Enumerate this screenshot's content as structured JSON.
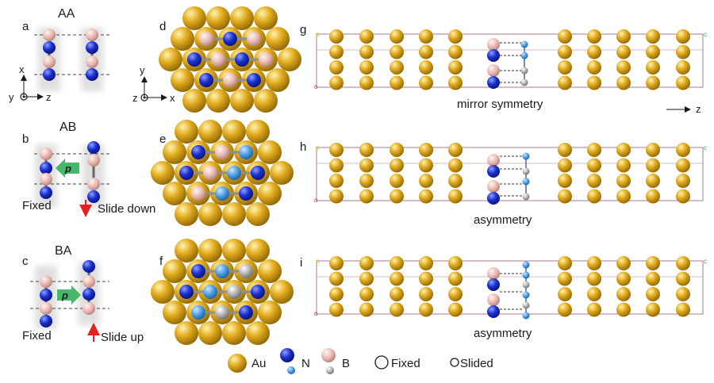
{
  "panel_letters": [
    "a",
    "b",
    "c",
    "d",
    "e",
    "f",
    "g",
    "h",
    "i"
  ],
  "stacking": {
    "aa": "AA",
    "ab": "AB",
    "ba": "BA"
  },
  "labels": {
    "fixed_b": "Fixed",
    "slide_down": "Slide down",
    "fixed_c": "Fixed",
    "slide_up": "Slide up",
    "polarization": "p"
  },
  "axes": {
    "a": {
      "x": "x",
      "y": "y",
      "z": "z"
    },
    "d": {
      "y": "y",
      "z": "z",
      "x": "x"
    },
    "g": {
      "z": "z"
    }
  },
  "captions": {
    "g": "mirror symmetry",
    "h": "asymmetry",
    "i": "asymmetry"
  },
  "cell_corner_labels": {
    "origin": "o",
    "a": "a",
    "c": "c"
  },
  "legend": {
    "au": "Au",
    "n": "N",
    "b": "B",
    "fixed": "Fixed",
    "slided": "Slided"
  },
  "colors": {
    "au": "#e2ac1d",
    "n_fixed": "#1a2fd0",
    "n_slided": "#4a9be3",
    "b_fixed": "#eab9b1",
    "b_slided": "#b0b0b0",
    "cell_line": "#a77b9a",
    "arrow_red": "#e61f1f",
    "arrow_green": "#45b86a"
  }
}
